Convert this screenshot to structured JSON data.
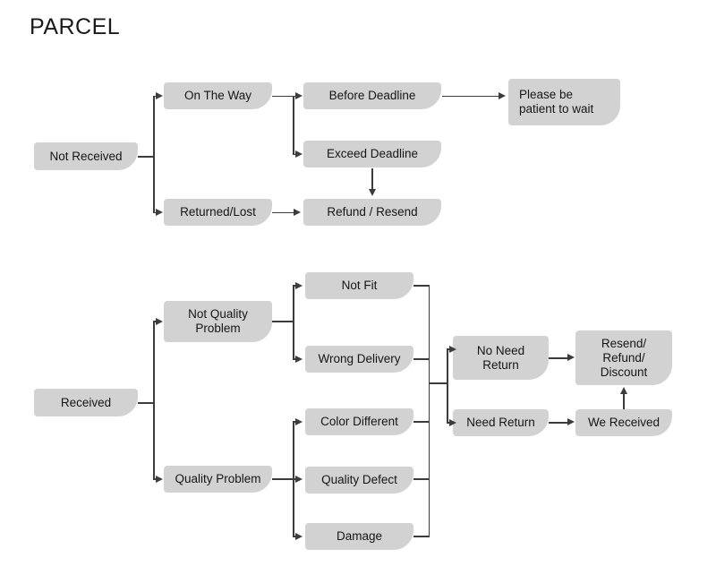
{
  "title": "PARCEL",
  "colors": {
    "node_fill": "#d2d2d2",
    "node_text": "#161616",
    "connector": "#3c3c3c",
    "background": "#ffffff"
  },
  "diagram": {
    "type": "flowchart",
    "root_label": "PARCEL",
    "branches": [
      {
        "id": "not-received",
        "root": "Not Received",
        "nodes": [
          "On The Way",
          "Returned/Lost",
          "Before Deadline",
          "Exceed Deadline",
          "Refund / Resend",
          "Please be\npatient to wait"
        ]
      },
      {
        "id": "received",
        "root": "Received",
        "nodes": [
          "Not Quality\nProblem",
          "Quality Problem",
          "Not Fit",
          "Wrong Delivery",
          "Color Different",
          "Quality Defect",
          "Damage",
          "No Need\nReturn",
          "Need Return",
          "Resend/\nRefund/\nDiscount",
          "We Received"
        ]
      }
    ],
    "edges": [
      {
        "from": "Not Received",
        "to": "On The Way"
      },
      {
        "from": "Not Received",
        "to": "Returned/Lost"
      },
      {
        "from": "On The Way",
        "to": "Before Deadline"
      },
      {
        "from": "On The Way",
        "to": "Exceed Deadline"
      },
      {
        "from": "Before Deadline",
        "to": "Please be patient to wait"
      },
      {
        "from": "Exceed Deadline",
        "to": "Refund / Resend"
      },
      {
        "from": "Returned/Lost",
        "to": "Refund / Resend"
      },
      {
        "from": "Received",
        "to": "Not Quality Problem"
      },
      {
        "from": "Received",
        "to": "Quality Problem"
      },
      {
        "from": "Not Quality Problem",
        "to": "Not Fit"
      },
      {
        "from": "Not Quality Problem",
        "to": "Wrong Delivery"
      },
      {
        "from": "Quality Problem",
        "to": "Color Different"
      },
      {
        "from": "Quality Problem",
        "to": "Quality Defect"
      },
      {
        "from": "Quality Problem",
        "to": "Damage"
      },
      {
        "from": "Not Fit",
        "to": "No Need Return"
      },
      {
        "from": "Wrong Delivery",
        "to": "No Need Return"
      },
      {
        "from": "Color Different",
        "to": "No Need Return"
      },
      {
        "from": "Quality Defect",
        "to": "No Need Return"
      },
      {
        "from": "Damage",
        "to": "No Need Return"
      },
      {
        "from": "Not Fit",
        "to": "Need Return"
      },
      {
        "from": "Wrong Delivery",
        "to": "Need Return"
      },
      {
        "from": "Color Different",
        "to": "Need Return"
      },
      {
        "from": "Quality Defect",
        "to": "Need Return"
      },
      {
        "from": "Damage",
        "to": "Need Return"
      },
      {
        "from": "No Need Return",
        "to": "Resend/Refund/Discount"
      },
      {
        "from": "Need Return",
        "to": "We Received"
      },
      {
        "from": "We Received",
        "to": "Resend/Refund/Discount"
      }
    ]
  },
  "nodes": {
    "not_received": "Not Received",
    "on_the_way": "On The Way",
    "returned_lost": "Returned/Lost",
    "before_deadline": "Before Deadline",
    "exceed_deadline": "Exceed Deadline",
    "refund_resend": "Refund / Resend",
    "please_be_patient": "Please be\npatient to wait",
    "received": "Received",
    "not_quality_problem": "Not Quality\nProblem",
    "quality_problem": "Quality Problem",
    "not_fit": "Not Fit",
    "wrong_delivery": "Wrong Delivery",
    "color_different": "Color Different",
    "quality_defect": "Quality Defect",
    "damage": "Damage",
    "no_need_return": "No Need\nReturn",
    "need_return": "Need Return",
    "resend_refund_discount": "Resend/\nRefund/\nDiscount",
    "we_received": "We Received"
  }
}
